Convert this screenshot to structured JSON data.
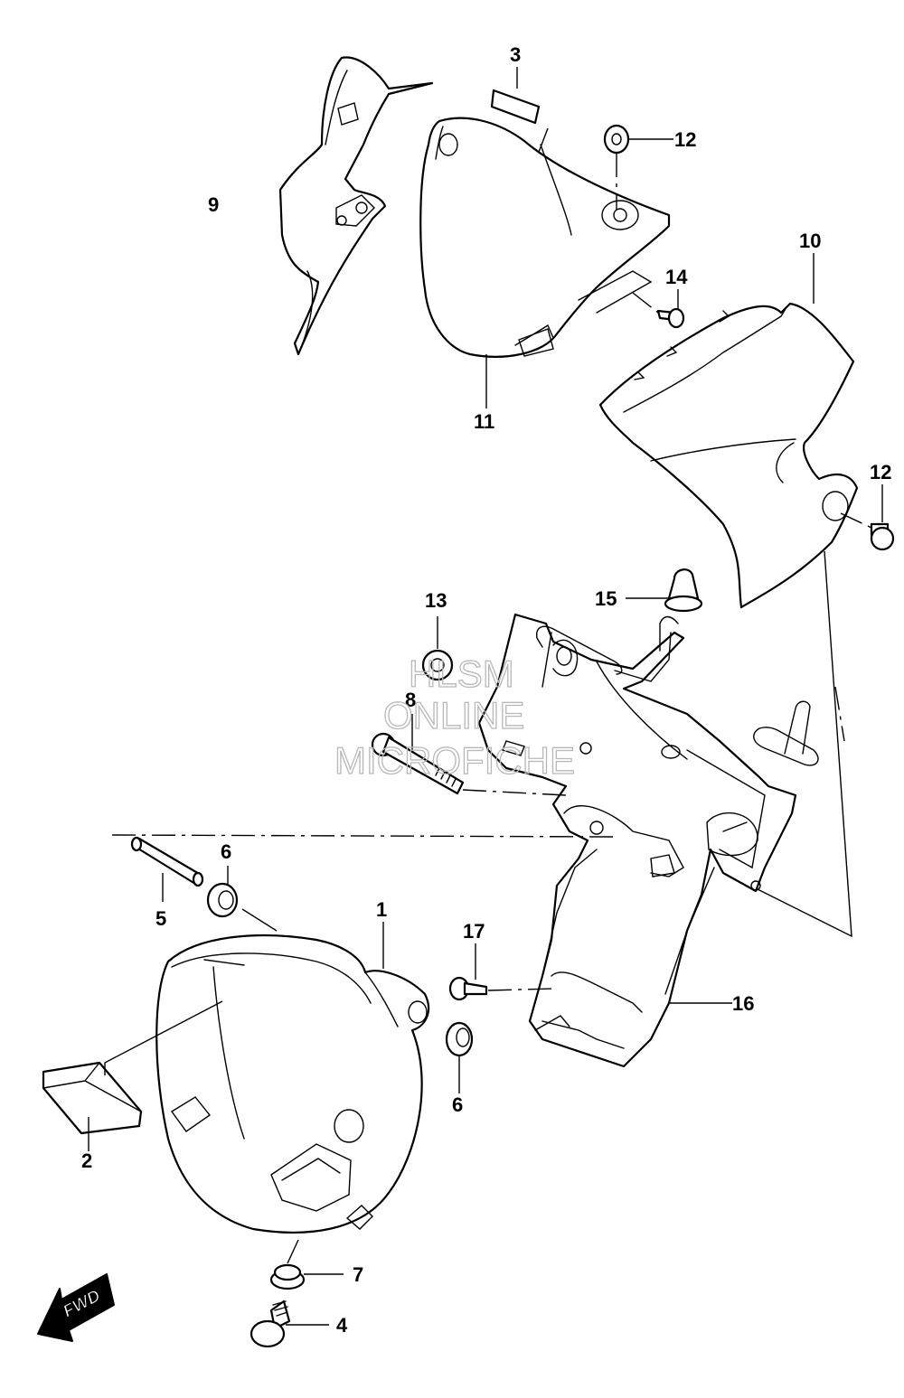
{
  "callouts": [
    "1",
    "2",
    "3",
    "4",
    "5",
    "6",
    "6",
    "7",
    "8",
    "9",
    "10",
    "11",
    "12",
    "12",
    "13",
    "14",
    "15",
    "16",
    "17"
  ],
  "watermark": {
    "line1": "HLSM",
    "line2": "ONLINE",
    "line3": "MICROFICHE"
  },
  "direction_badge": {
    "label": "FWD"
  }
}
